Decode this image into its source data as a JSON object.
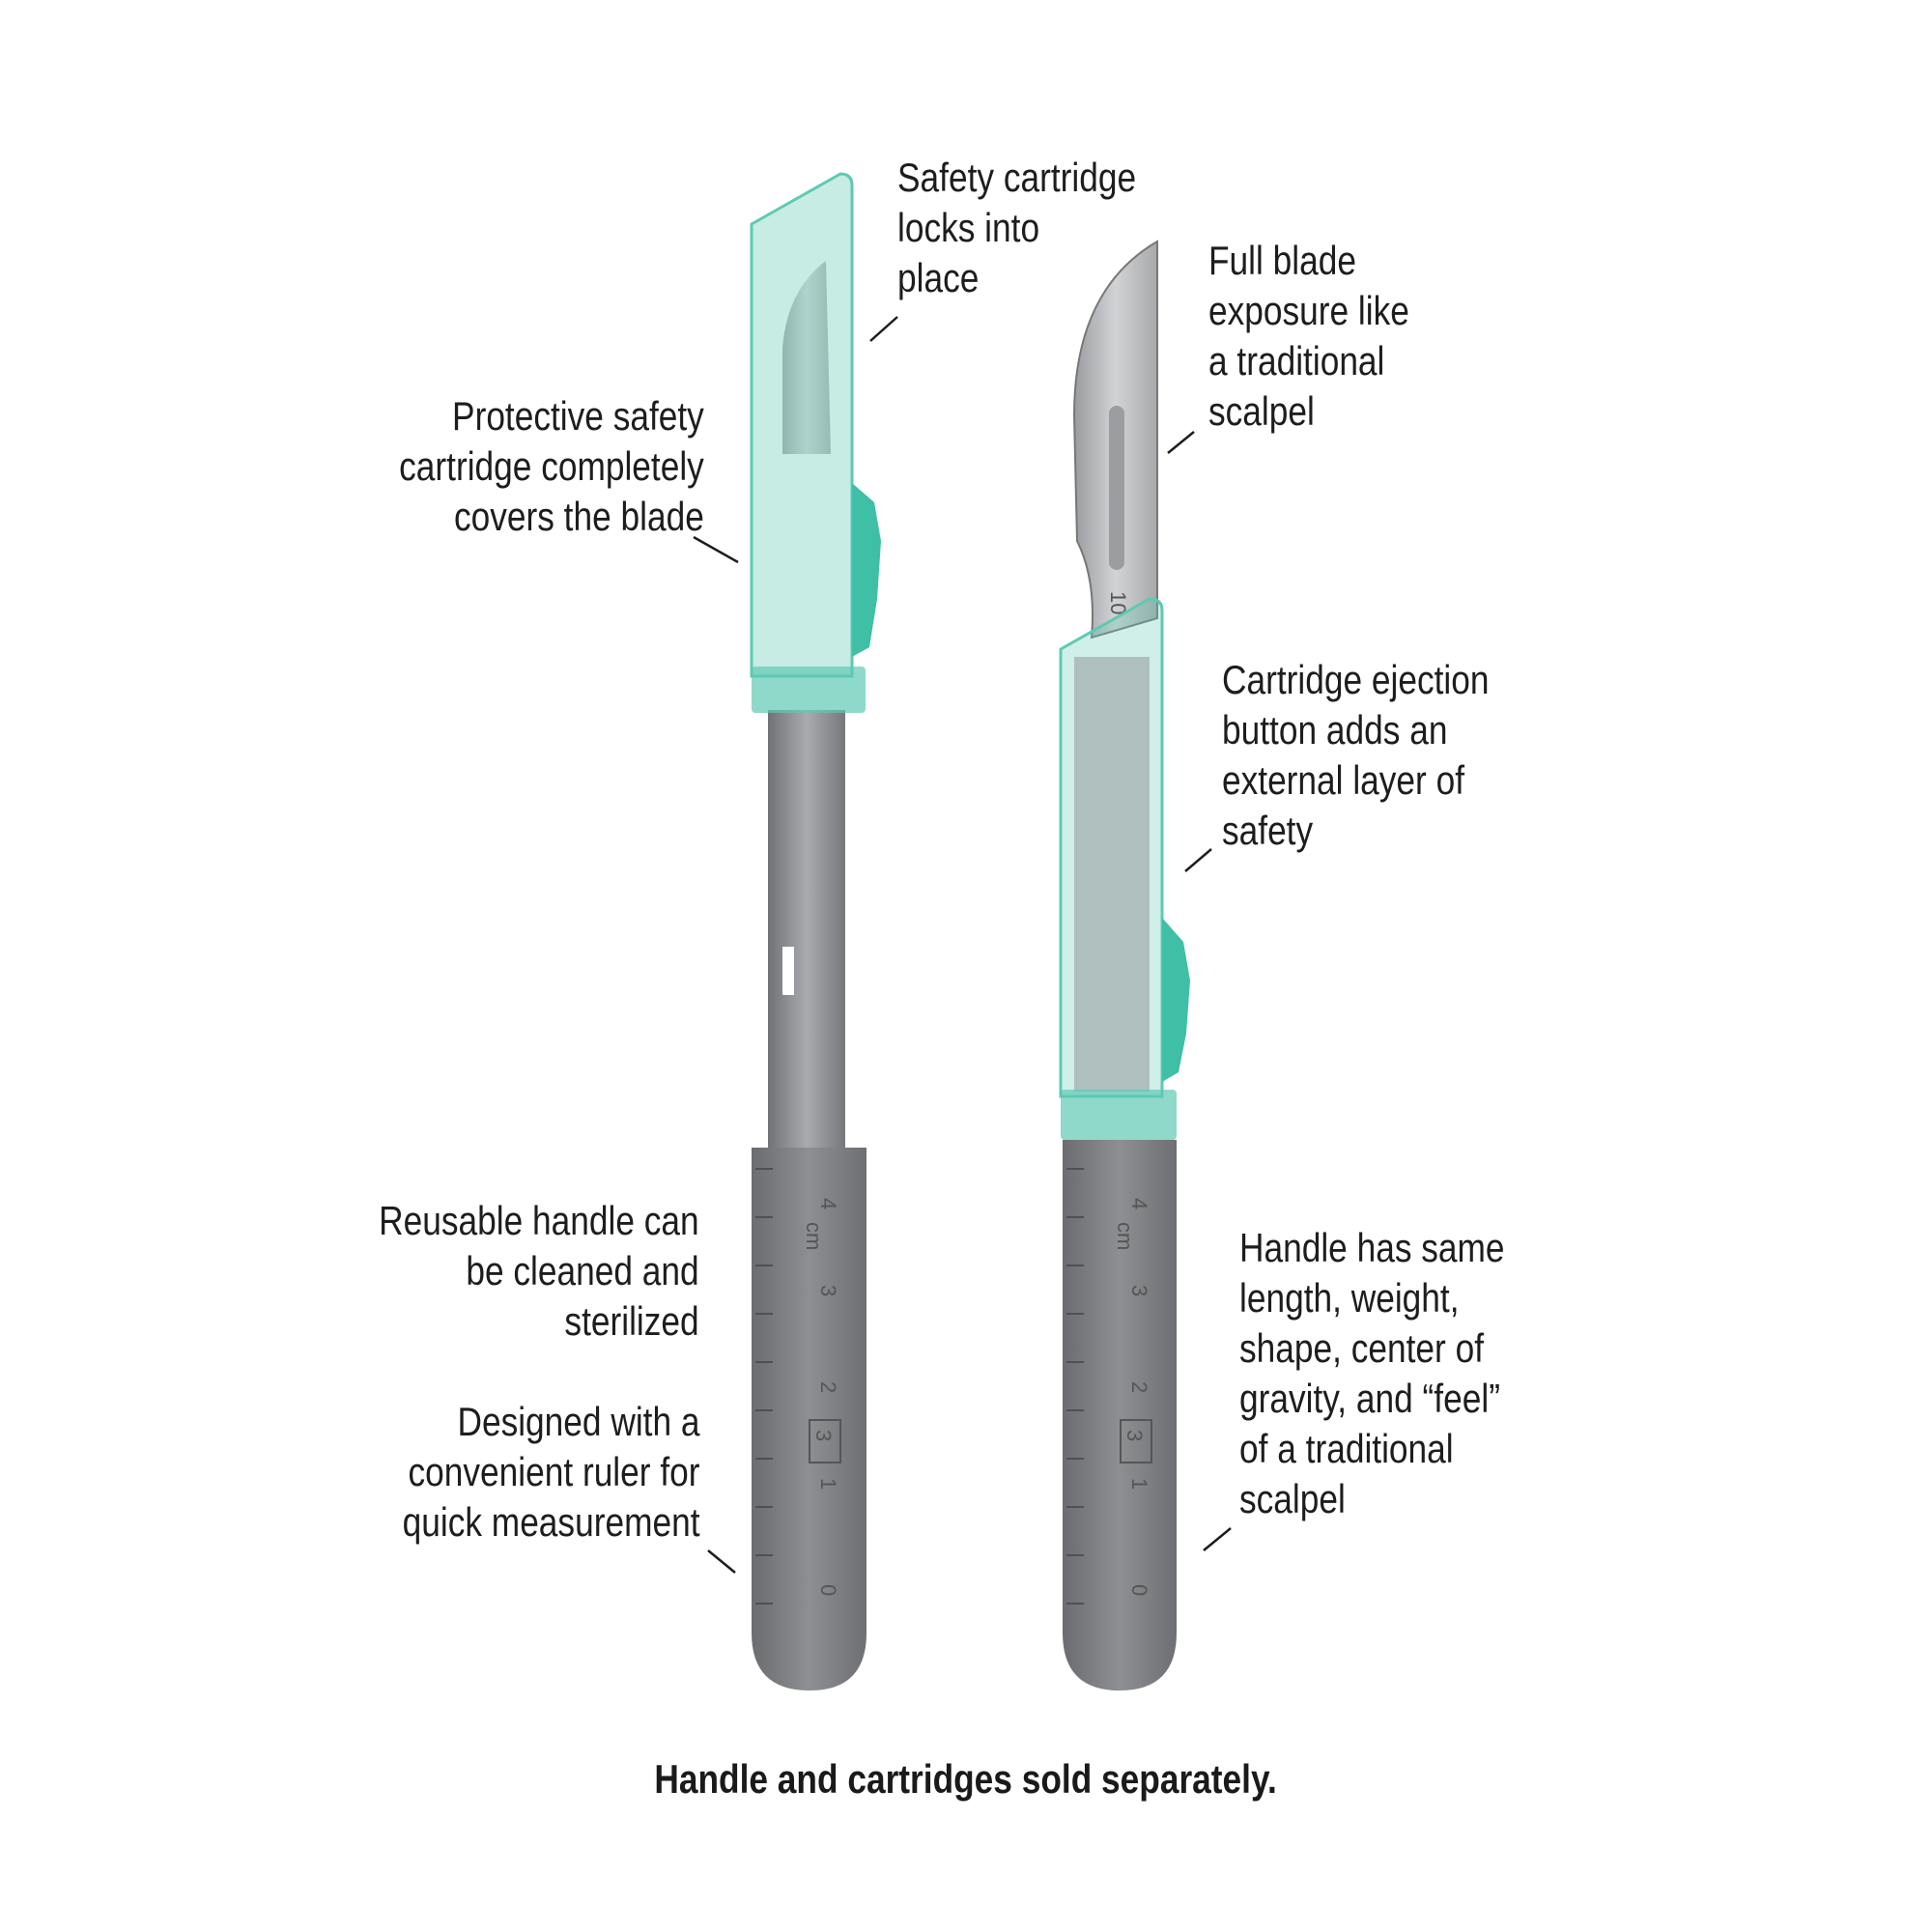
{
  "callouts": {
    "safety_cartridge_locks": [
      "Safety cartridge",
      "locks into",
      "place"
    ],
    "full_blade_exposure": [
      "Full blade",
      "exposure like",
      "a traditional",
      "scalpel"
    ],
    "protective_cartridge": [
      "Protective safety",
      "cartridge completely",
      "covers the blade"
    ],
    "ejection_button": [
      "Cartridge ejection",
      "button adds an",
      "external layer of",
      "safety"
    ],
    "reusable_handle": [
      "Reusable handle can",
      "be cleaned and",
      "sterilized"
    ],
    "ruler": [
      "Designed with a",
      "convenient ruler for",
      "quick measurement"
    ],
    "same_handle": [
      "Handle has same",
      "length, weight,",
      "shape, center of",
      "gravity, and “feel”",
      "of a traditional",
      "scalpel"
    ]
  },
  "handle_markings": {
    "unit": "cm",
    "numbers": [
      "4",
      "3",
      "2",
      "1",
      "0"
    ],
    "size_badge": "3"
  },
  "blade_markings": {
    "size": "10"
  },
  "footer": "Handle and cartridges sold separately.",
  "colors": {
    "cartridge": "#5fc9b3",
    "steel": "#8d8f92",
    "handle": "#7d7f83",
    "text": "#1d1d1d"
  }
}
